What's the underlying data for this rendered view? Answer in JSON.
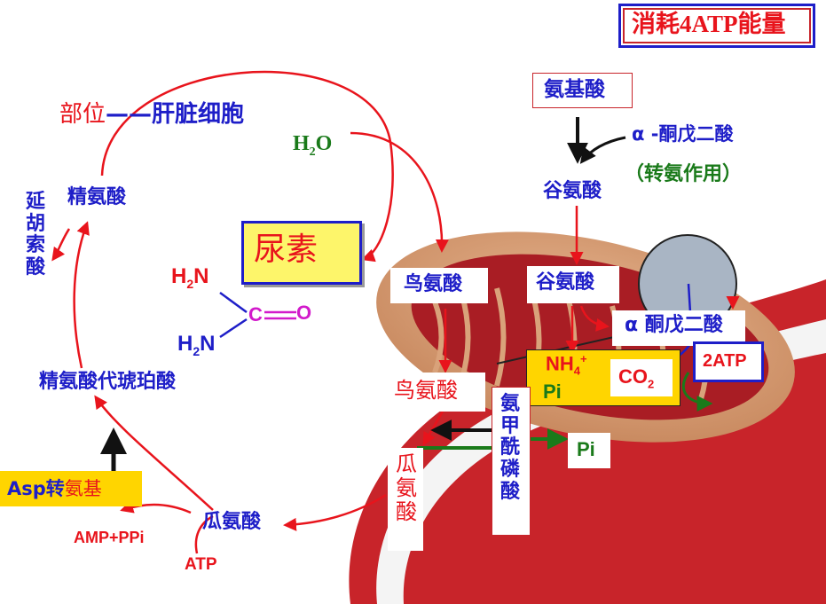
{
  "title": "消耗4ATP能量",
  "location": {
    "prefix": "部位",
    "dash": "——",
    "place": "肝脏细胞"
  },
  "water": {
    "h": "H",
    "sub": "2",
    "o": "O"
  },
  "urea": {
    "label": "尿素",
    "nh2_top": "H",
    "nh2_top_sub": "2",
    "nh2_top_n": "N",
    "nh2_bot": "H",
    "nh2_bot_sub": "2",
    "nh2_bot_n": "N",
    "c": "C",
    "eq": "=",
    "o": "O"
  },
  "cytosol": {
    "arginine": "精氨酸",
    "fumarate": "延胡索酸",
    "argininosuccinate": "精氨酸代琥珀酸",
    "asp_prefix": "Asp转",
    "asp_suffix": "氨基",
    "citrulline": "瓜氨酸",
    "amp": "AMP+PPi",
    "atp": "ATP"
  },
  "transamination": {
    "amino_acid": "氨基酸",
    "alpha_kg": "α -酮戊二酸",
    "note": "（转氨作用）",
    "glutamate": "谷氨酸"
  },
  "mitochondria": {
    "ornithine_top": "鸟氨酸",
    "glutamate": "谷氨酸",
    "alpha_kg": "α 酮戊二酸",
    "nh4": "NH",
    "nh4_sub": "4",
    "nh4_sup": "+",
    "pi_left": "Pi",
    "co2": "CO",
    "co2_sub": "2",
    "two_atp": "2ATP",
    "ornithine_mid": "鸟氨酸",
    "citrulline": "瓜氨酸",
    "carbamoyl_phosphate": "氨甲酰磷酸",
    "pi_right": "Pi"
  },
  "colors": {
    "red": "#e8141c",
    "blue": "#1e1ec8",
    "green": "#1a7a1a",
    "yellow_box": "#fdf56a",
    "gold_box": "#ffd500",
    "mito_outer": "#c8242a",
    "mito_tan": "#d9a27a",
    "circle": "#a9b5c4"
  }
}
